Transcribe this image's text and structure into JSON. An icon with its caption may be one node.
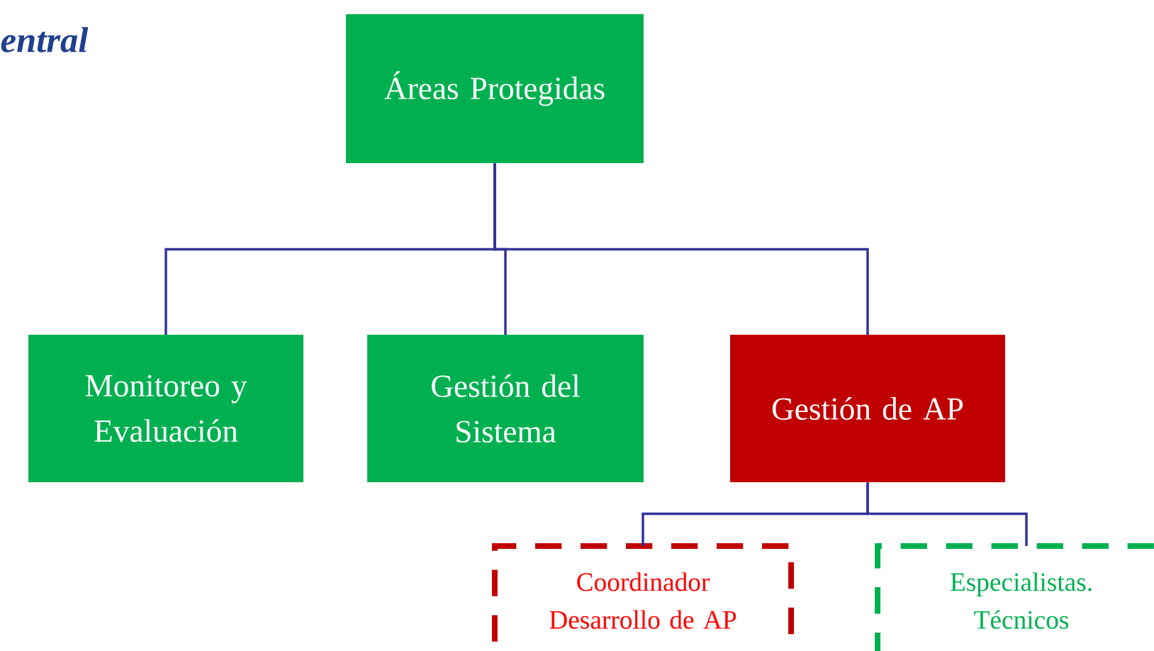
{
  "diagram": {
    "title": "entral",
    "nodes": [
      {
        "text": [
          "Áreas Protegidas"
        ]
      },
      {
        "text": [
          "Monitoreo y Evaluación"
        ]
      },
      {
        "text": [
          "Gestión del Sistema"
        ]
      },
      {
        "text": [
          "Gestión de AP"
        ]
      },
      {
        "text": [
          "Coordinador Desarrollo de AP"
        ]
      },
      {
        "text": [
          "Especialistas. Técnicos"
        ]
      }
    ],
    "edges": [
      {
        "from": 0,
        "to": 1,
        "arrow": "none"
      },
      {
        "from": 0,
        "to": 2,
        "arrow": "none"
      },
      {
        "from": 0,
        "to": 3,
        "arrow": "none"
      },
      {
        "from": 3,
        "to": 4,
        "arrow": "none"
      },
      {
        "from": 3,
        "to": 5,
        "arrow": "none"
      }
    ]
  }
}
